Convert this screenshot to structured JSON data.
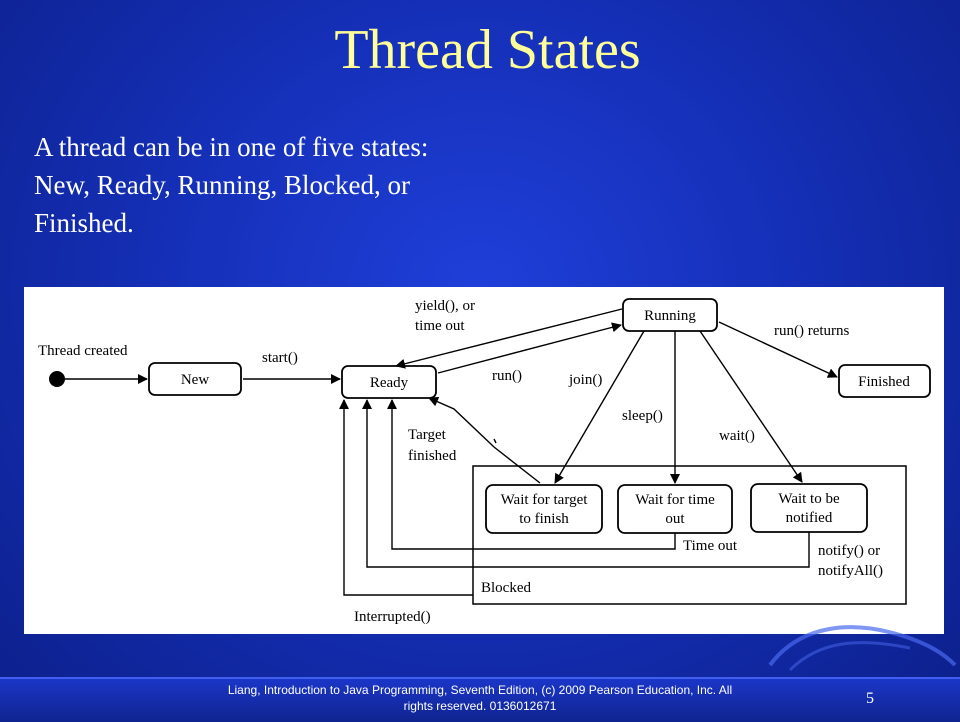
{
  "slide": {
    "title": "Thread States",
    "body_lines": [
      "A thread can be in one of five states:",
      "New, Ready, Running,  Blocked, or",
      "Finished."
    ],
    "footer_line1": "Liang, Introduction to Java Programming, Seventh Edition, (c) 2009 Pearson Education, Inc. All",
    "footer_line2": "rights reserved. 0136012671",
    "page_number": "5"
  },
  "diagram": {
    "states": {
      "new": "New",
      "ready": "Ready",
      "running": "Running",
      "finished": "Finished",
      "wait_target_1": "Wait for target",
      "wait_target_2": "to finish",
      "wait_time_1": "Wait for time",
      "wait_time_2": "out",
      "wait_notify_1": "Wait to be",
      "wait_notify_2": "notified"
    },
    "labels": {
      "thread_created": "Thread created",
      "start": "start()",
      "yield_1": "yield(), or",
      "yield_2": "time out",
      "run": "run()",
      "run_returns": "run() returns",
      "join": "join()",
      "sleep": "sleep()",
      "wait": "wait()",
      "target_1": "Target",
      "target_2": "finished",
      "time_out": "Time out",
      "notify_1": "notify() or",
      "notify_2": "notifyAll()",
      "blocked": "Blocked",
      "interrupted": "Interrupted()"
    }
  },
  "colors": {
    "title": "#ffff99",
    "background": "#1530b8"
  }
}
